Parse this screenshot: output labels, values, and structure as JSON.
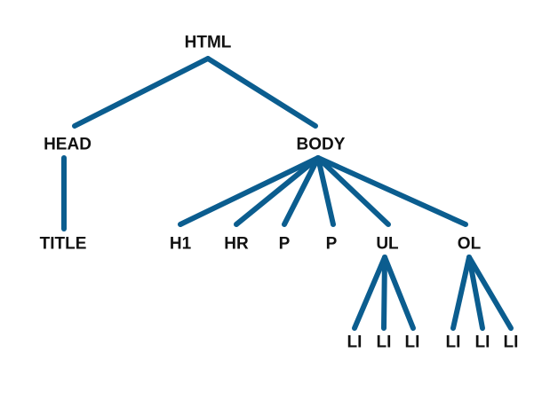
{
  "colors": {
    "edge": "#0b5d8f",
    "label": "#111111",
    "background": "#ffffff"
  },
  "nodes": {
    "html": "HTML",
    "head": "HEAD",
    "body": "BODY",
    "title": "TITLE",
    "h1": "H1",
    "hr": "HR",
    "p1": "P",
    "p2": "P",
    "ul": "UL",
    "ol": "OL",
    "li1": "LI",
    "li2": "LI",
    "li3": "LI",
    "li4": "LI",
    "li5": "LI",
    "li6": "LI"
  },
  "edges": [
    [
      "html",
      "head"
    ],
    [
      "html",
      "body"
    ],
    [
      "head",
      "title"
    ],
    [
      "body",
      "h1"
    ],
    [
      "body",
      "hr"
    ],
    [
      "body",
      "p1"
    ],
    [
      "body",
      "p2"
    ],
    [
      "body",
      "ul"
    ],
    [
      "body",
      "ol"
    ],
    [
      "ul",
      "li1"
    ],
    [
      "ul",
      "li2"
    ],
    [
      "ul",
      "li3"
    ],
    [
      "ol",
      "li4"
    ],
    [
      "ol",
      "li5"
    ],
    [
      "ol",
      "li6"
    ]
  ]
}
